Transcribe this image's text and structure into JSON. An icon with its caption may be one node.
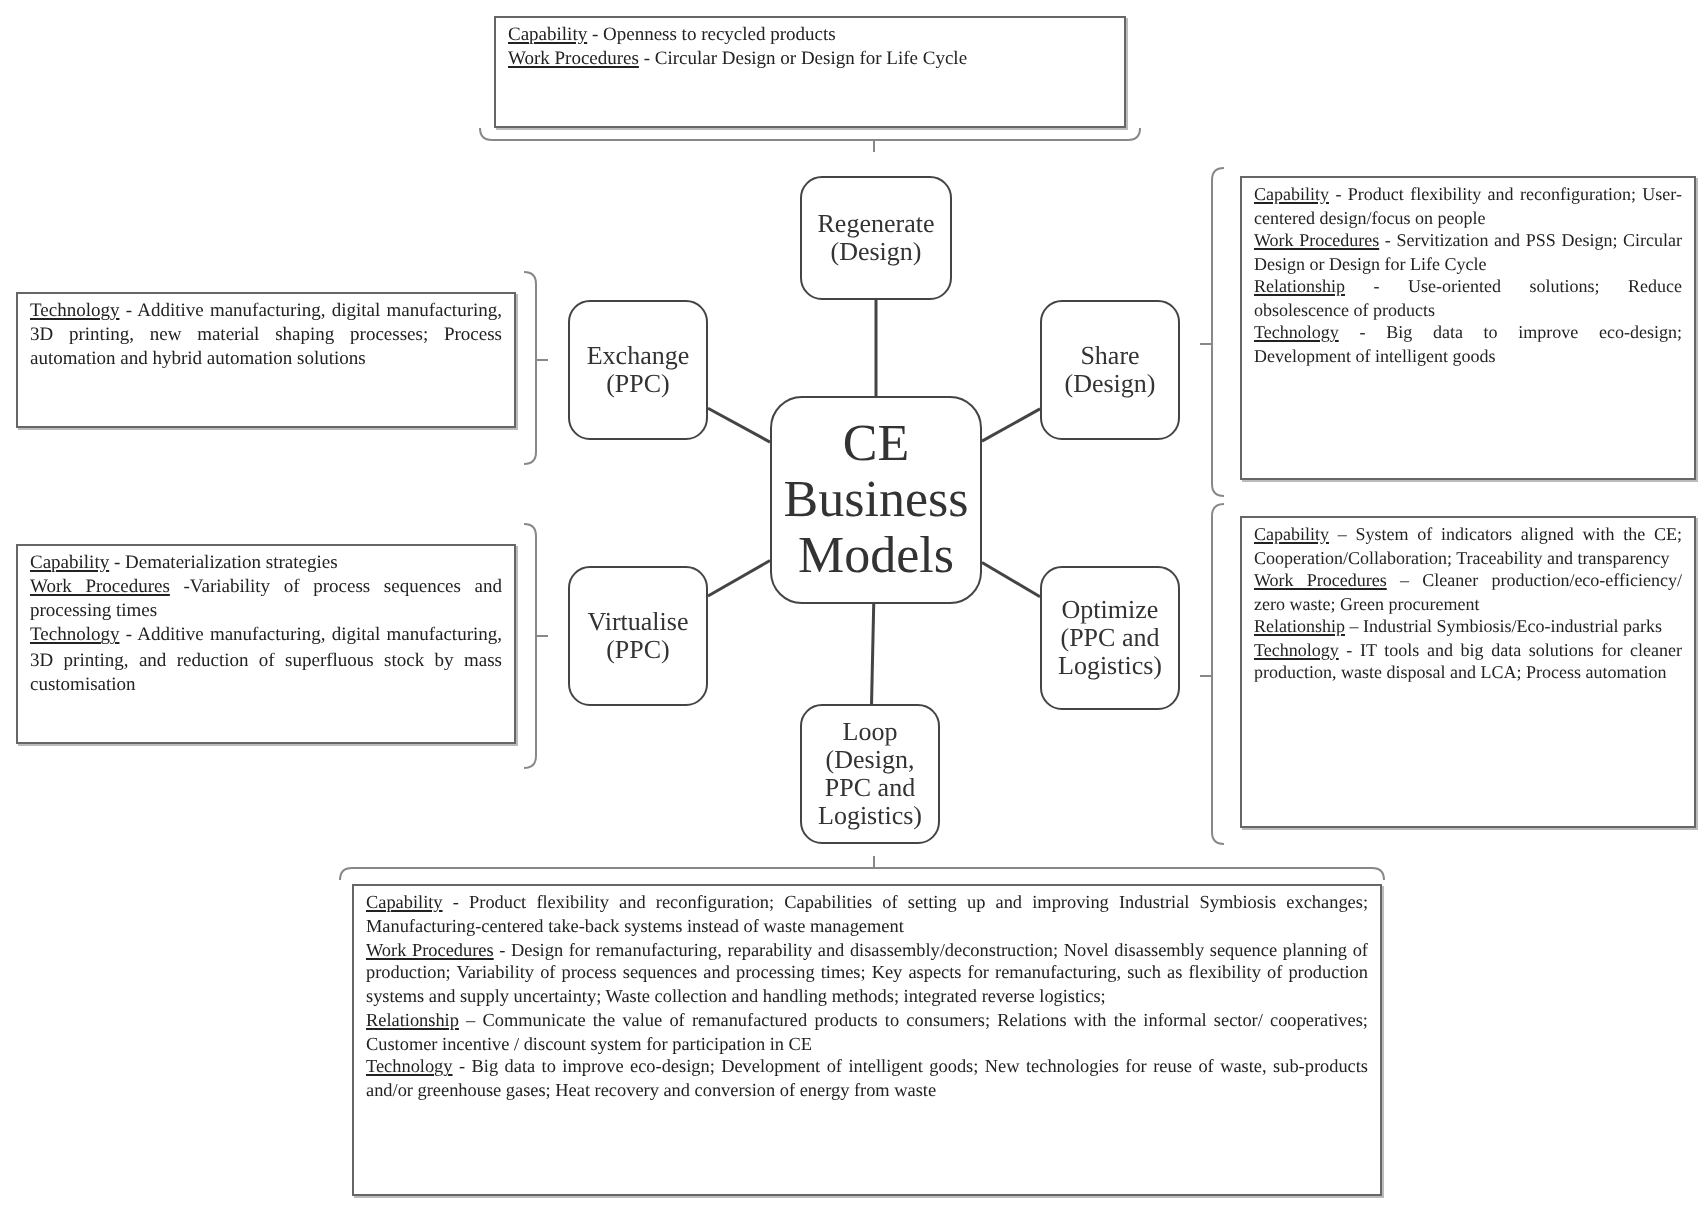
{
  "diagram": {
    "nodes": [
      {
        "text": [
          "CE Business Models"
        ]
      },
      {
        "text": [
          "Regenerate (Design)"
        ]
      },
      {
        "text": [
          "Exchange (PPC)"
        ]
      },
      {
        "text": [
          "Share (Design)"
        ]
      },
      {
        "text": [
          "Virtualise (PPC)"
        ]
      },
      {
        "text": [
          "Optimize (PPC and Logistics)"
        ]
      },
      {
        "text": [
          "Loop (Design, PPC and Logistics)"
        ]
      },
      {
        "text": [
          "Capability - Openness to recycled products",
          "Work Procedures - Circular Design or Design for Life Cycle"
        ]
      },
      {
        "text": [
          "Technology - Additive manufacturing, digital manufacturing, 3D printing, new material shaping processes; Process automation and hybrid automation solutions"
        ]
      },
      {
        "text": [
          "Capability - Product flexibility and reconfiguration; User-centered design/focus on people",
          "Work Procedures - Servitization and PSS Design; Circular Design or Design for Life Cycle",
          "Relationship - Use-oriented solutions; Reduce obsolescence of products",
          "Technology - Big data to improve eco-design; Development of intelligent goods"
        ]
      },
      {
        "text": [
          "Capability - Dematerialization strategies",
          "Work Procedures -Variability of process sequences and processing times",
          "Technology - Additive manufacturing, digital manufacturing, 3D printing, and reduction of superfluous stock by mass customisation"
        ]
      },
      {
        "text": [
          "Capability – System of indicators aligned with the CE; Cooperation/Collaboration; Traceability and transparency",
          "Work Procedures – Cleaner production/eco-efficiency/ zero waste; Green procurement",
          "Relationship – Industrial Symbiosis/Eco-industrial parks",
          "Technology - IT tools and big data solutions for cleaner production, waste disposal and LCA; Process automation"
        ]
      },
      {
        "text": [
          "Capability - Product flexibility and reconfiguration; Capabilities of setting up and improving Industrial Symbiosis exchanges; Manufacturing-centered take-back systems instead of waste management",
          "Work Procedures - Design for remanufacturing, reparability and disassembly/deconstruction; Novel disassembly sequence planning of production; Variability of process sequences and processing times; Key aspects for remanufacturing, such as flexibility of production systems and supply uncertainty; Waste collection and handling methods; integrated reverse logistics;",
          "Relationship – Communicate the value of remanufactured products to consumers; Relations with the informal sector/ cooperatives; Customer incentive / discount system for participation in CE",
          "Technology - Big data to improve eco-design; Development of intelligent goods; New technologies for reuse of waste, sub-products and/or greenhouse gases; Heat recovery and conversion of energy from waste"
        ]
      }
    ],
    "edges": [
      {
        "from": 0,
        "to": 1,
        "arrow": "none"
      },
      {
        "from": 0,
        "to": 2,
        "arrow": "none"
      },
      {
        "from": 0,
        "to": 3,
        "arrow": "none"
      },
      {
        "from": 0,
        "to": 4,
        "arrow": "none"
      },
      {
        "from": 0,
        "to": 5,
        "arrow": "none"
      },
      {
        "from": 0,
        "to": 6,
        "arrow": "none"
      }
    ]
  }
}
